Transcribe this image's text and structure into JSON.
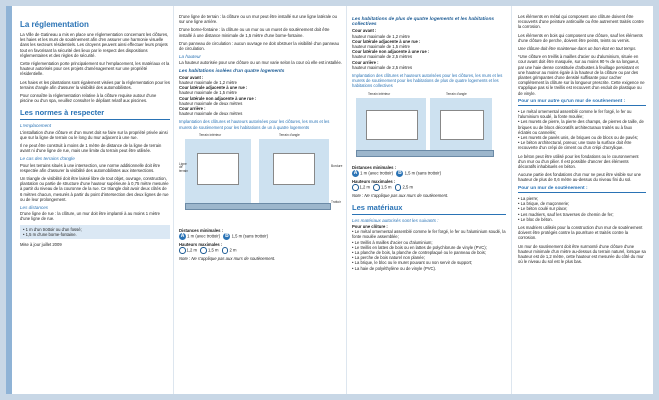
{
  "col1": {
    "title": "La réglementation",
    "p1": "La Ville de Gatineau a mis en place une réglementation concernant les clôtures, les haies et les murs de soutènement afin d'en assurer une harmonie visuelle dans les secteurs résidentiels. Les citoyens peuvent ainsi effectuer leurs projets tout en favorisant la sécurité des lieux par le respect des dispositions réglementaires et des règles de sécurité.",
    "p2": "Cette réglementation porte principalement sur l'emplacement, les matériaux et la hauteur autorisés pour ces projets d'aménagement sur une propriété résidentielle.",
    "p3": "Les haies et les plantations sont également visées par la réglementation pour les terrains d'angle afin d'assurer la visibilité des automobilistes.",
    "p4": "Pour connaître la réglementation relative à la clôture requise autour d'une piscine ou d'un spa, veuillez consulter le dépliant relatif aux piscines.",
    "title2": "Les normes à respecter",
    "emplacement": "L'emplacement",
    "p5": "L'installation d'une clôture et d'un muret doit se faire sur la propriété privée ainsi que sur la ligne de terrain ou le long du mur adjacent à une rue.",
    "p6": "Il ne peut être construit à moins de 1 mètre de distance de la ligne de terrain avant ni d'une ligne de rue, mais une limite du terrain peut être utilisée.",
    "angle": "Le cas des terrains d'angle",
    "p7": "Pour les terrains situés à une intersection, une norme additionnelle doit être respectée afin d'assurer la visibilité des automobilistes aux intersections.",
    "p8": "Un triangle de visibilité doit être laissé libre de tout objet, ouvrage, construction, plantation ou partie de structure d'une hauteur supérieure à 0,75 mètre mesurée à partir du niveau de la couronne de la rue. Ce triangle doit avoir deux côtés de 6 mètres chacun, mesurés à partir du point d'intersection des deux lignes de rue ou de leur prolongement.",
    "distances": "Les distances",
    "p9": "D'une ligne de rue : la clôture, un mur doit être implanté à au moins 1 mètre d'une ligne de rue.",
    "bullets": [
      "1 m d'un trottoir ou d'un fossé;",
      "1,5 m d'une borne-fontaine."
    ],
    "date": "Mise à jour juillet 2009"
  },
  "col2": {
    "p1": "D'une ligne de terrain : la clôture ou un mur peut être installé sur une ligne latérale ou sur une ligne arrière.",
    "p2": "D'une borne-fontaine : la clôture ou un mur ou un muret de soutènement doit être installé à une distance minimale de 1,5 mètre d'une borne-fontaine.",
    "p3": "D'un panneau de circulation : aucun ouvrage ne doit obstruer la visibilité d'un panneau de circulation.",
    "hauteur": "La hauteur",
    "p4": "La hauteur autorisée pour une clôture ou un mur varie selon la cour où elle est installée.",
    "figtitle": "Les habitations isolées d'un quatre logements",
    "courAvant": "Cour avant :",
    "ca": "hauteur maximale de 1,2 mètre",
    "courLat": "Cour latérale adjacente à une rue :",
    "cl": "hauteur maximale de 1,5 mètre",
    "courLatNon": "Cour latérale non adjacente à une rue :",
    "cln": "hauteur maximale de deux mètres",
    "courArr": "Cour arrière :",
    "car": "hauteur maximale de deux mètres",
    "figcap": "Implantation des clôtures et hauteurs autorisées pour les clôtures, les murs et les murets de soutènement pour les habitations de un à quatre logements",
    "lblTerrain": "Terrain intérieur",
    "lblAngle": "Terrain d'angle",
    "lblLigne": "Ligne de terrain",
    "lblBordure": "Bordure",
    "lblTrottoir": "Trottoir",
    "distTitle": "Distances minimales :",
    "d1": "1 m (avec trottoir)",
    "d2": "1,5 m (sans trottoir)",
    "hautTitle": "Hauteurs maximales :",
    "h1": "1,2 m",
    "h2": "1,5 m",
    "h3": "2 m",
    "note": "Note : Ne s'applique pas aux murs de soutènement."
  },
  "col3": {
    "figtitle": "Les habitations de plus de quatre logements et les habitations collectives",
    "courAvant": "Cour avant :",
    "ca": "hauteur maximale de 1,2 mètre",
    "courLat": "Cour latérale adjacente à une rue :",
    "cl": "hauteur maximale de 1,5 mètre",
    "courLatNon": "Cour latérale non adjacente à une rue :",
    "cln": "hauteur maximale de 2,5 mètres",
    "courArr": "Cour arrière :",
    "car": "hauteur maximale de 2,5 mètres",
    "figcap": "Implantation des clôtures et hauteurs autorisées pour les clôtures, les murs et les murets de soutènement pour les habitations de plus de quatre logements et les habitations collectives",
    "lblTerrain": "Terrain intérieur",
    "lblAngle": "Terrain d'angle",
    "distTitle": "Distances minimales :",
    "d1": "1 m (avec trottoir)",
    "d2": "1,5 m (sans trottoir)",
    "hautTitle": "Hauteurs maximales :",
    "h1": "1,2 m",
    "h2": "1,5 m",
    "h3": "2,5 m",
    "note": "Note : Ne s'applique pas aux murs de soutènement.",
    "title": "Les matériaux",
    "sub": "Les matériaux autorisés sont les suivants :",
    "pourCloture": "Pour une clôture :",
    "items": [
      "Le métal ornemental assemblé comme le fer forgé, le fer ou l'aluminium soudé, la fonte moulée assemblée;",
      "Le treillis à mailles d'acier ou d'aluminium;",
      "Le treillis en lattes de bois ou en lattes de polychlorure de vinyle (PVC);",
      "La planche de bois, la planche de contreplaqué ou le panneau de bois;",
      "La perche de bois naturel non planée;",
      "La brique, le bloc ou le muret pouvant ou non servir de support;",
      "La haie de polyéthylène ou de vinyle (PVC)."
    ]
  },
  "col4": {
    "p1": "Les éléments en métal qui composent une clôture doivent être recouverts d'une peinture antirouille ou être autrement traités contre la corrosion.",
    "p2": "Les éléments en bois qui composent une clôture, sauf les éléments d'une clôture de perche, doivent être peints, teints ou vernis.",
    "p3": "Une clôture doit être maintenue dans un bon état en tout temps.",
    "p4": "*Une clôture en treillis à mailles d'acier ou d'aluminium, située en cour avant doit être masquée, sur au moins 90 % de sa longueur, par une haie dense constituée d'arbustes à feuillage persistant et une hauteur au moins égale à la hauteur de la clôture ou par des plantes grimpantes d'une densité suffisante pour cacher complètement la clôture sur la longueur prescrite. Cette exigence ne s'applique pas si le treillis est recouvert d'un enduit de plastique ou de vinyle.",
    "title": "Pour un mur autre qu'un mur de soutènement :",
    "items": [
      "Le métal ornemental assemblé comme le fer forgé, le fer ou l'aluminium soudé, la fonte moulée;",
      "Les murets de pierre, la pierre des champs, de pierres de taille, de briques ou de blocs décoratifs architecturaux traités ou à faux éclatés ou cannelés;",
      "Les murets de pavés unis, de briques ou de blocs ou de pavés;",
      "Le béton architectural, poreux; une toute la surface doit être recouverte d'un crépi de ciment ou d'un crépi d'acrylique."
    ],
    "p5": "Le béton peut être utilisé pour les fondations ou le couronnement d'un mur ou d'un pilier. Il est possible d'ancrer des éléments décoratifs inhabituels en béton.",
    "p6": "Aucune partie des fondations d'un mur ne peut être visible sur une hauteur de plus de 0,6 mètre au-dessus du niveau fini du sol.",
    "title2": "Pour un mur de soutènement :",
    "items2": [
      "La pierre;",
      "La brique, de maçonnerie;",
      "Le béton coulé sur place;",
      "Les madriers, sauf les traverses de chemin de fer;",
      "Le bloc de béton."
    ],
    "p7": "Les madriers utilisés pour la construction d'un mur de soutènement doivent être protégés contre la pourriture et traités contre la corrosion.",
    "p8": "Un mur de soutènement doit être surmonté d'une clôture d'une hauteur minimale d'un mètre au-dessus du terrain naturel, lorsque sa hauteur est de 1,2 mètre, cette hauteur est mesurée du côté du mur où le niveau du sol est le plus bas."
  }
}
